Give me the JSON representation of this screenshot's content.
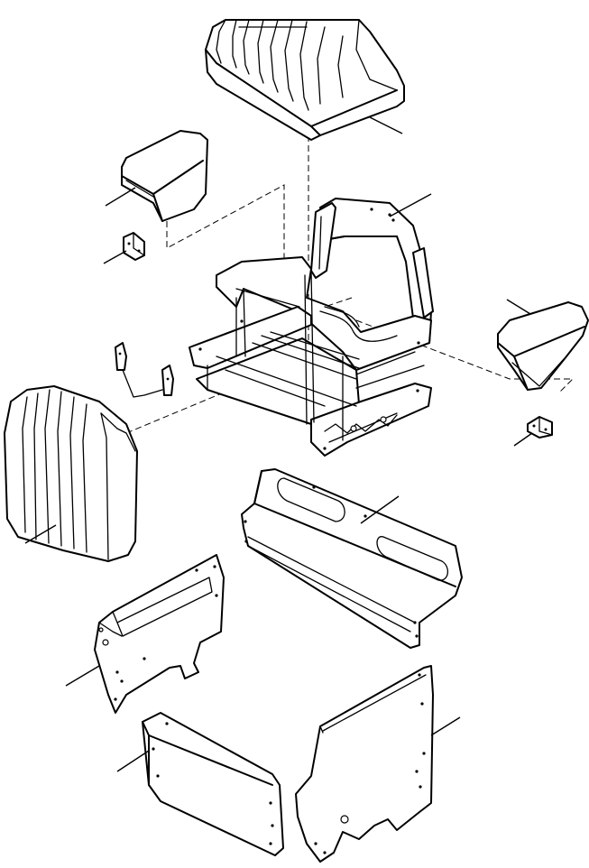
{
  "diagram": {
    "type": "exploded-parts-view",
    "parts": [
      {
        "id": "seat-cushion",
        "kind": "cushion"
      },
      {
        "id": "armrest-left",
        "kind": "armrest"
      },
      {
        "id": "armrest-bracket-left",
        "kind": "bracket"
      },
      {
        "id": "seat-frame",
        "kind": "frame"
      },
      {
        "id": "armrest-right",
        "kind": "armrest"
      },
      {
        "id": "armrest-bracket-right",
        "kind": "bracket"
      },
      {
        "id": "seat-brackets-pair",
        "kind": "bracket"
      },
      {
        "id": "backrest",
        "kind": "cushion"
      },
      {
        "id": "rear-panel",
        "kind": "panel"
      },
      {
        "id": "left-side-panel",
        "kind": "panel"
      },
      {
        "id": "front-panel",
        "kind": "panel"
      },
      {
        "id": "right-side-panel",
        "kind": "panel"
      }
    ],
    "colors": {
      "line": "#000000",
      "background": "#ffffff"
    }
  }
}
